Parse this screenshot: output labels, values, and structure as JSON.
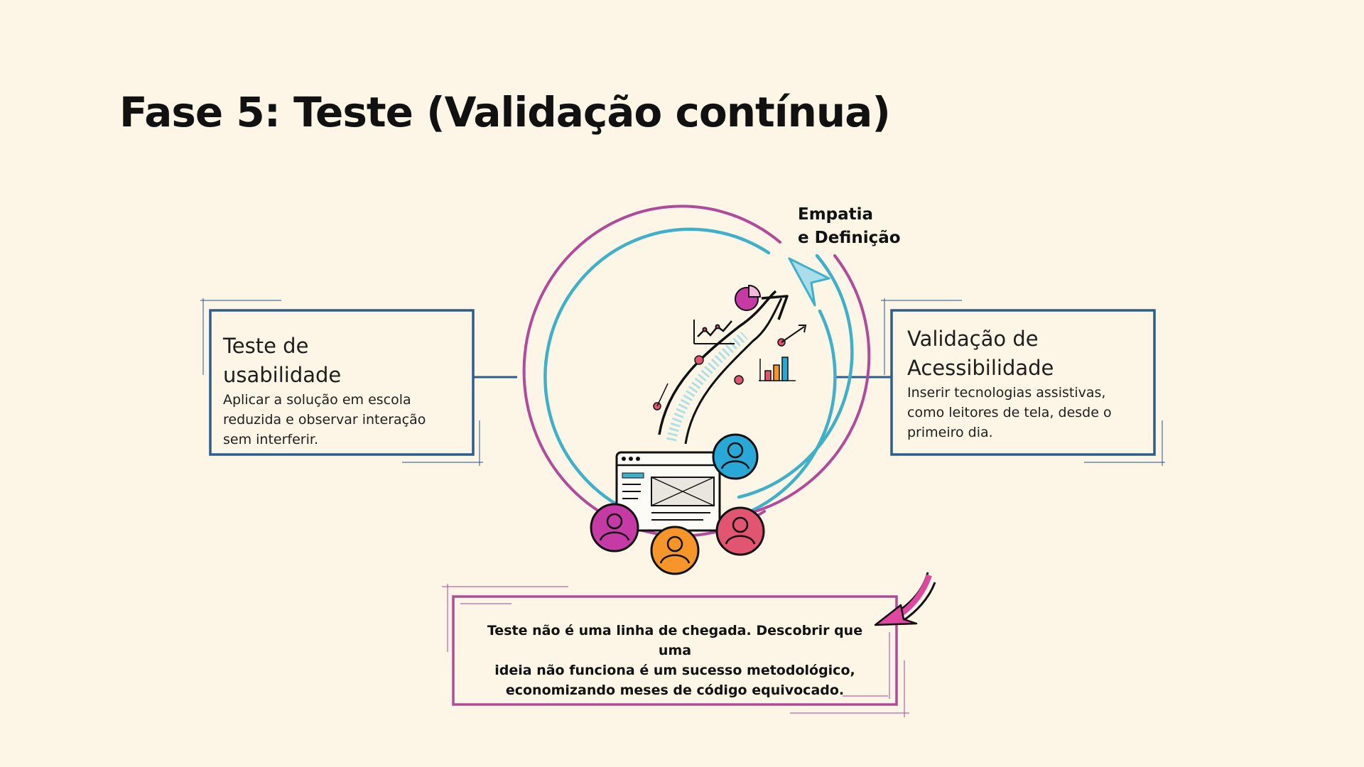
{
  "title": "Fase 5: Teste (Validação contínua)",
  "cycle": {
    "label_line1": "Empatia",
    "label_line2": "e Definição"
  },
  "left_card": {
    "title_line1": "Teste de",
    "title_line2": "usabilidade",
    "text_line1": "Aplicar a solução em escola",
    "text_line2": "reduzida e observar interação",
    "text_line3": "sem interferir."
  },
  "right_card": {
    "title_line1": "Validação de",
    "title_line2": "Acessibilidade",
    "text_line1": "Inserir tecnologias assistivas,",
    "text_line2": "como leitores de tela, desde o",
    "text_line3": "primeiro dia."
  },
  "note": {
    "line1": "Teste não é uma linha de chegada. Descobrir que uma",
    "line2": "ideia não funciona é um sucesso metodológico,",
    "line3": "economizando meses de código equivocado."
  },
  "icons": [
    "cycle-arrow-icon",
    "growth-arrow-icon",
    "pie-chart-icon",
    "line-chart-icon",
    "bar-chart-icon",
    "browser-window-icon",
    "user-icon",
    "pointer-arrow-icon"
  ],
  "colors": {
    "background": "#fdf6e6",
    "card_border": "#2c5d8f",
    "outer_ring": "#b04a9a",
    "inner_ring": "#3fb0c9",
    "note_border": "#b04a9a",
    "pointer_arrow": "#e0479f",
    "avatar_blue": "#29a8d8",
    "avatar_magenta": "#c63aa6",
    "avatar_orange": "#f5952a",
    "avatar_pink": "#e25571"
  }
}
